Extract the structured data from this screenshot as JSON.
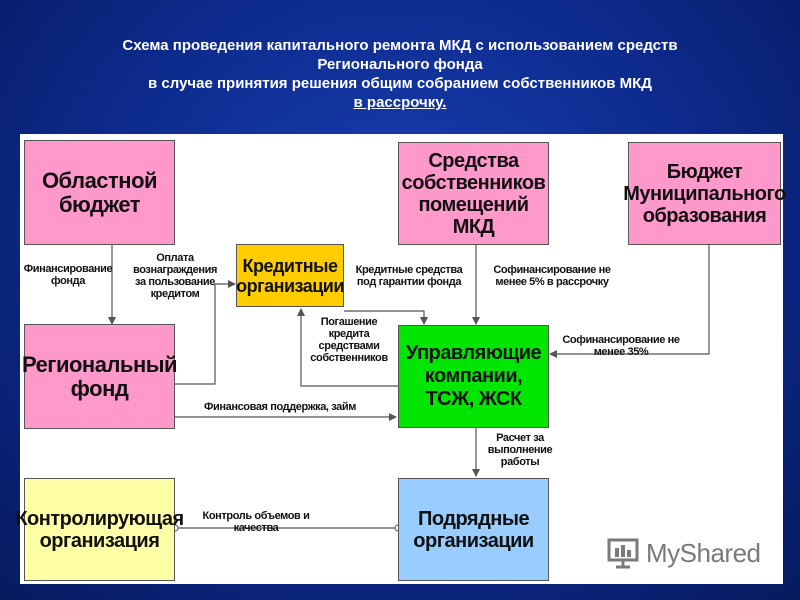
{
  "title": {
    "line1": "Схема проведения капитального ремонта МКД с использованием средств",
    "line2": "Регионального фонда",
    "line3": "в случае принятия решения общим собранием собственников МКД",
    "line4": "в рассрочку."
  },
  "boxes": {
    "regional_budget": "Областной бюджет",
    "owners_funds": "Средства собственников помещений МКД",
    "municipal_budget": "Бюджет Муниципального образования",
    "credit_orgs": "Кредитные организации",
    "regional_fund": "Региональный фонд",
    "management_companies": "Управляющие компании, ТСЖ, ЖСК",
    "control_org": "Контролирующая организация",
    "contractors": "Подрядные организации"
  },
  "labels": {
    "fund_financing": "Финансирование фонда",
    "credit_fee": "Оплата вознаграждения за пользование кредитом",
    "credit_funds": "Кредитные средства под гарантии фонда",
    "cofinancing_5": "Софинансирование не менее 5% в рассрочку",
    "loan_repayment": "Погашение кредита средствами собственников",
    "cofinancing_35": "Софинансирование не менее 35%",
    "financial_support": "Финансовая поддержка, займ",
    "work_payment": "Расчет за выполнение работы",
    "quality_control": "Контроль объемов и качества"
  },
  "watermark": {
    "text": "MyShared",
    "icon": "presentation-board-icon"
  },
  "colors": {
    "pink": "#ff99cc",
    "orange": "#ffcc00",
    "green": "#00e600",
    "blue": "#99ccff",
    "yellow": "#ffffa8",
    "background": "#0d2a8c"
  }
}
